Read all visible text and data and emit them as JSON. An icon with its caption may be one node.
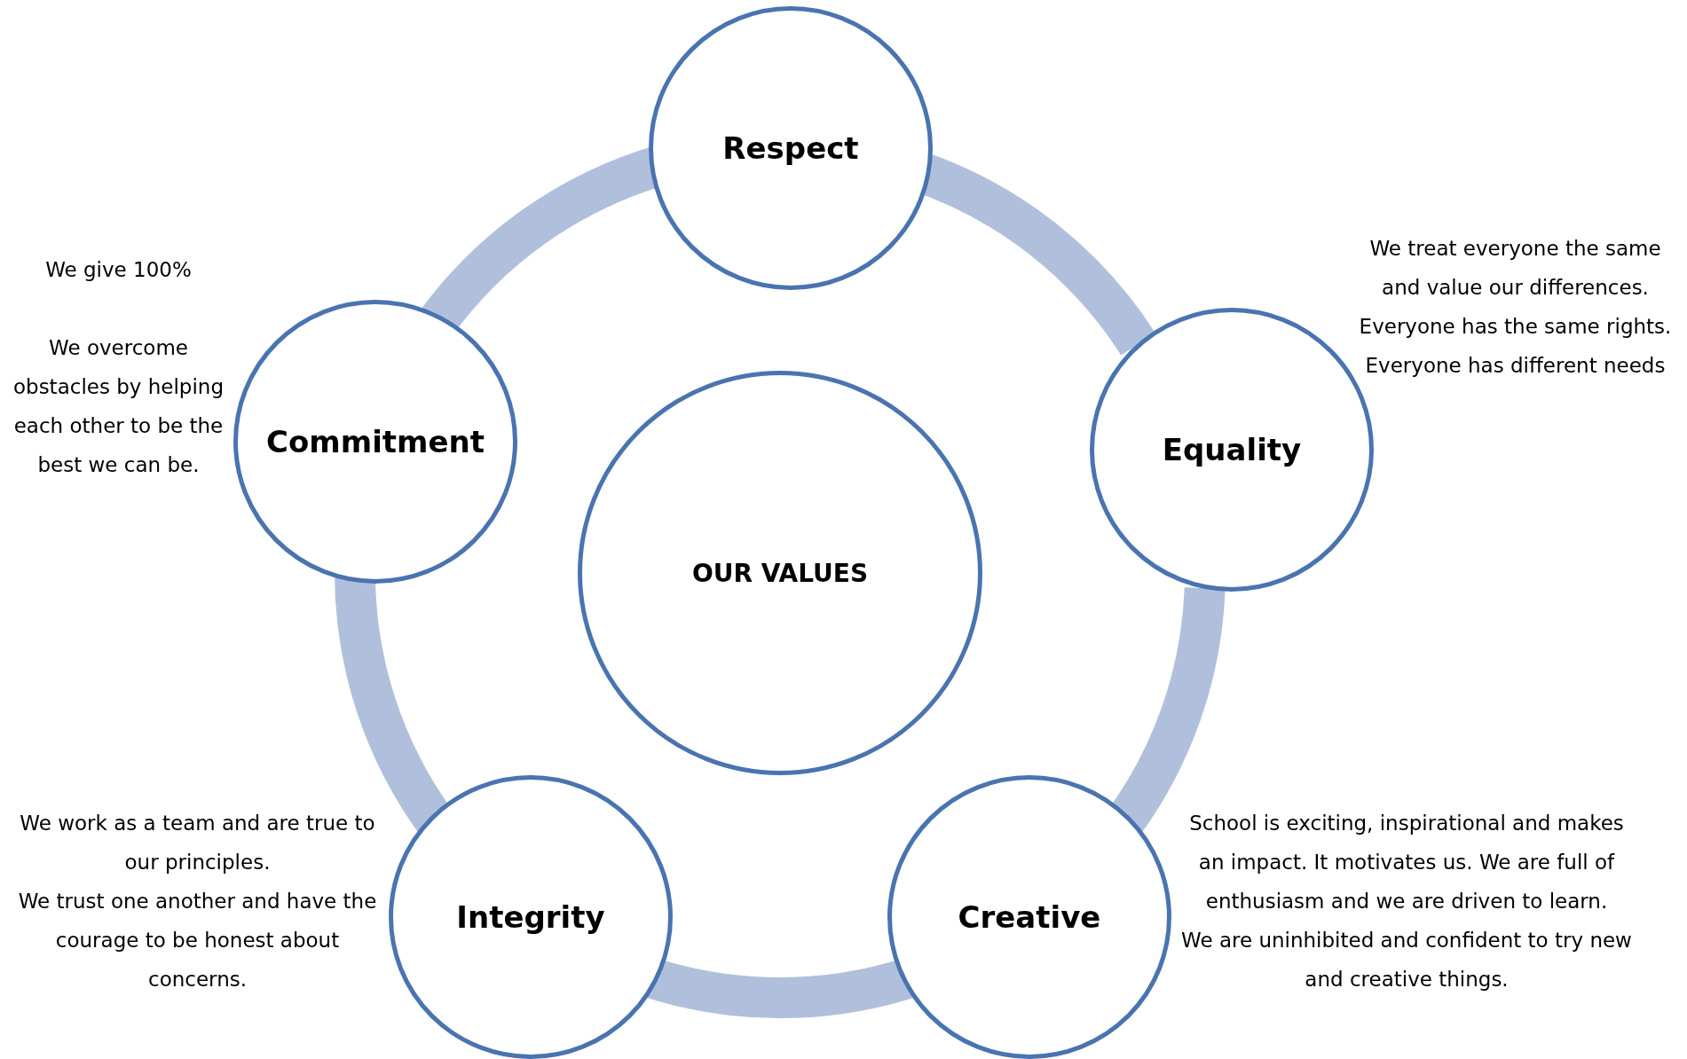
{
  "diagram": {
    "nodes": [
      {
        "text": [
          "Respect"
        ]
      },
      {
        "text": [
          "Commitment"
        ],
        "beside": [
          "We give 100%",
          "We overcome obstacles by helping each other to be the best we can be."
        ]
      },
      {
        "text": [
          "Equality"
        ],
        "beside": [
          "We treat everyone the same and value our differences. Everyone has the same rights. Everyone has different needs"
        ]
      },
      {
        "text": [
          "OUR VALUES"
        ]
      },
      {
        "text": [
          "Integrity"
        ],
        "beside": [
          "We work as a team and are true to our principles.",
          "We trust one another and have the courage to be honest about concerns."
        ]
      },
      {
        "text": [
          "Creative"
        ],
        "beside": [
          "School is exciting, inspirational and makes an impact. It motivates us. We are full of enthusiasm and we are driven to learn.",
          "We are uninhibited and confident to try new and creative things."
        ]
      }
    ],
    "edges": [
      {
        "from": 0,
        "to": 2,
        "arrow": "none"
      },
      {
        "from": 2,
        "to": 5,
        "arrow": "none"
      },
      {
        "from": 5,
        "to": 4,
        "arrow": "none"
      },
      {
        "from": 4,
        "to": 1,
        "arrow": "none"
      },
      {
        "from": 1,
        "to": 0,
        "arrow": "none"
      }
    ]
  }
}
